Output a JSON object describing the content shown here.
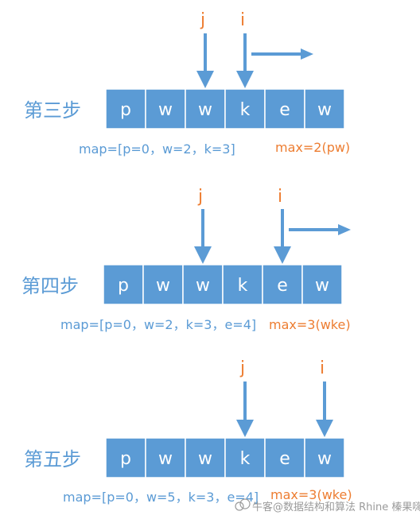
{
  "colors": {
    "cell": "#5b9bd5",
    "pointer_label": "#ed7d31",
    "step_label": "#5b9bd5",
    "max_text": "#ed7d31"
  },
  "cells": [
    "p",
    "w",
    "w",
    "k",
    "e",
    "w"
  ],
  "steps": [
    {
      "label": "第三步",
      "map": "map=[p=0，w=2，k=3]",
      "max": "max=2(pw)",
      "pointers": [
        {
          "name": "j",
          "index": 2
        },
        {
          "name": "i",
          "index": 3,
          "moving": true
        }
      ]
    },
    {
      "label": "第四步",
      "map": "map=[p=0，w=2，k=3，e=4]",
      "max": "max=3(wke)",
      "pointers": [
        {
          "name": "j",
          "index": 2
        },
        {
          "name": "i",
          "index": 4,
          "moving": true
        }
      ]
    },
    {
      "label": "第五步",
      "map": "map=[p=0，w=5，k=3，e=4]",
      "max": "max=3(wke)",
      "pointers": [
        {
          "name": "j",
          "index": 3
        },
        {
          "name": "i",
          "index": 5,
          "moving": false
        }
      ]
    }
  ],
  "watermark": "牛客@数据结构和算法 Rhine 榛果嗨",
  "watermark_icon": "cloud-icon"
}
